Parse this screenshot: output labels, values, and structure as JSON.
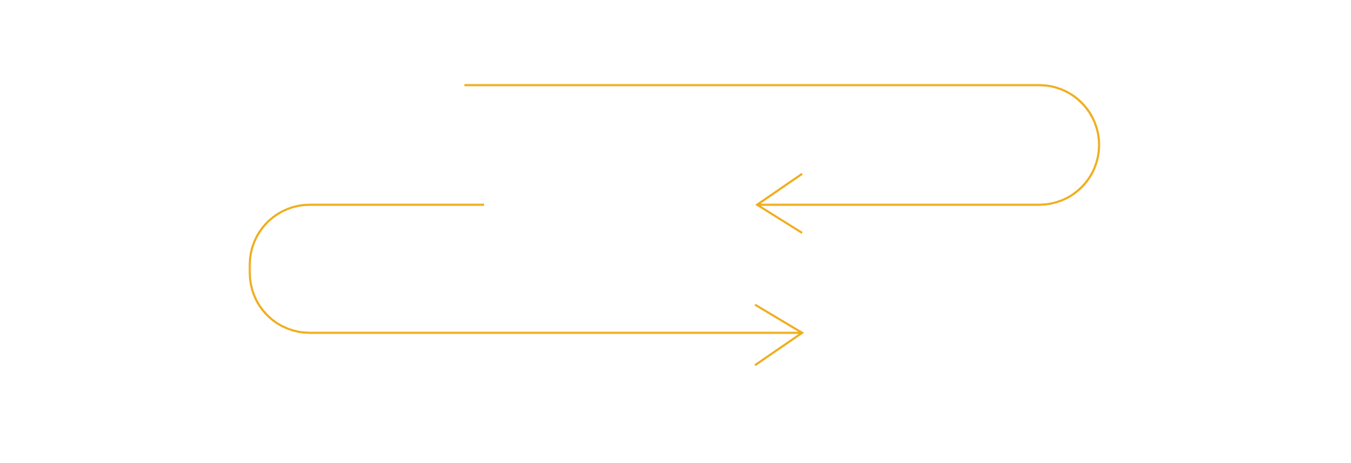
{
  "diagram": {
    "type": "serpentine-flow-connector",
    "stroke_color": "#F0AD1C",
    "background_color": "#FFFFFF",
    "segments": [
      {
        "name": "upper-loop",
        "shape": "right-turn-u",
        "direction": "left",
        "end_marker": "chevron-left-arrowhead"
      },
      {
        "name": "lower-loop",
        "shape": "left-turn-u",
        "direction": "right",
        "end_marker": "chevron-right-arrowhead"
      }
    ]
  }
}
